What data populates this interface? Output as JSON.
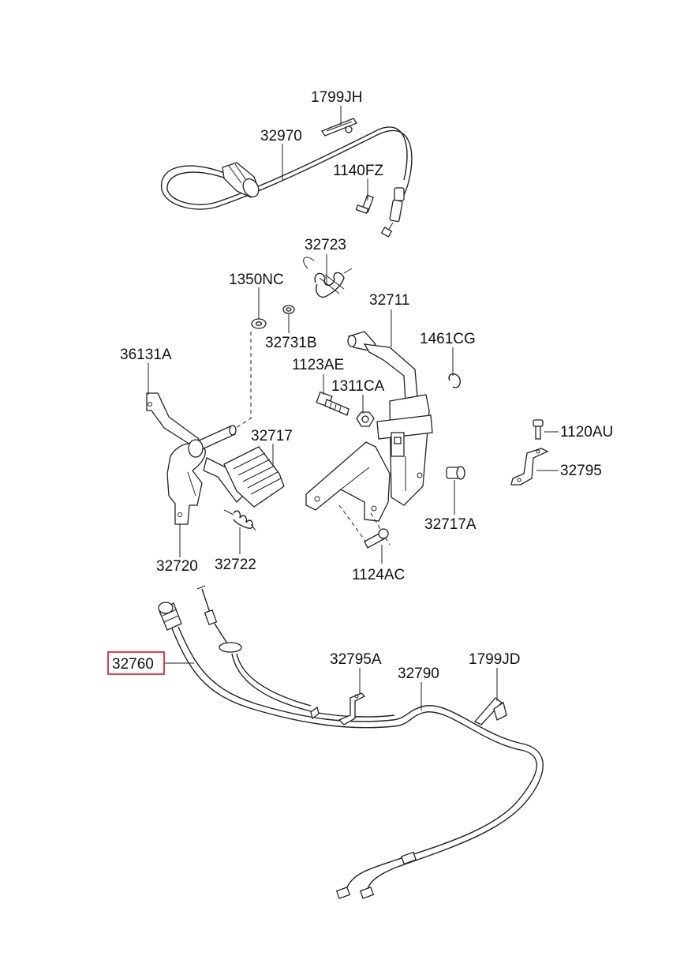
{
  "diagram": {
    "highlight_color": "#dd1111",
    "highlighted_part": "32760",
    "labels": {
      "p1799JH": "1799JH",
      "p32970": "32970",
      "p1140FZ": "1140FZ",
      "p32723": "32723",
      "p1350NC": "1350NC",
      "p32711": "32711",
      "p32731B": "32731B",
      "p1461CG": "1461CG",
      "p36131A": "36131A",
      "p1123AE": "1123AE",
      "p1311CA": "1311CA",
      "p32717": "32717",
      "p1120AU": "1120AU",
      "p32795": "32795",
      "p32717A": "32717A",
      "p32720": "32720",
      "p32722": "32722",
      "p1124AC": "1124AC",
      "p32760": "32760",
      "p32795A": "32795A",
      "p32790": "32790",
      "p1799JD": "1799JD"
    }
  }
}
